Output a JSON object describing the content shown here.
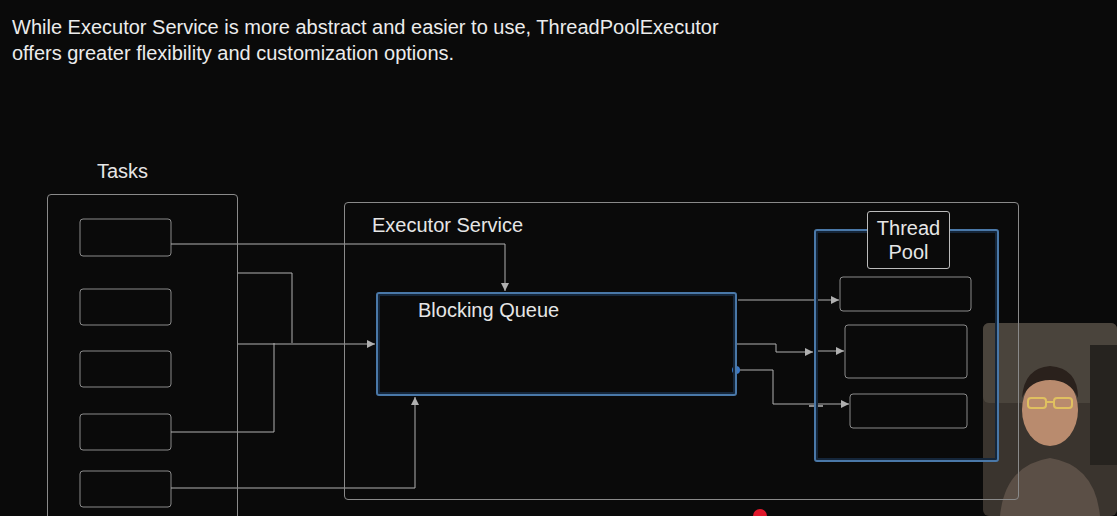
{
  "diagram": {
    "title": "While Executor Service is more abstract and easier to use, ThreadPoolExecutor offers greater flexibility and customization options.",
    "nodes": [
      {
        "text": [
          "Tasks"
        ]
      },
      {
        "text": [
          "Executor Service"
        ]
      },
      {
        "text": [
          "Blocking Queue"
        ],
        "in": 1
      },
      {
        "text": [
          "Thread Pool"
        ],
        "in": 1
      }
    ],
    "edges": [
      {
        "from": 0,
        "to": 2,
        "arrow": "to"
      },
      {
        "from": 2,
        "to": 3,
        "arrow": "to"
      }
    ]
  }
}
